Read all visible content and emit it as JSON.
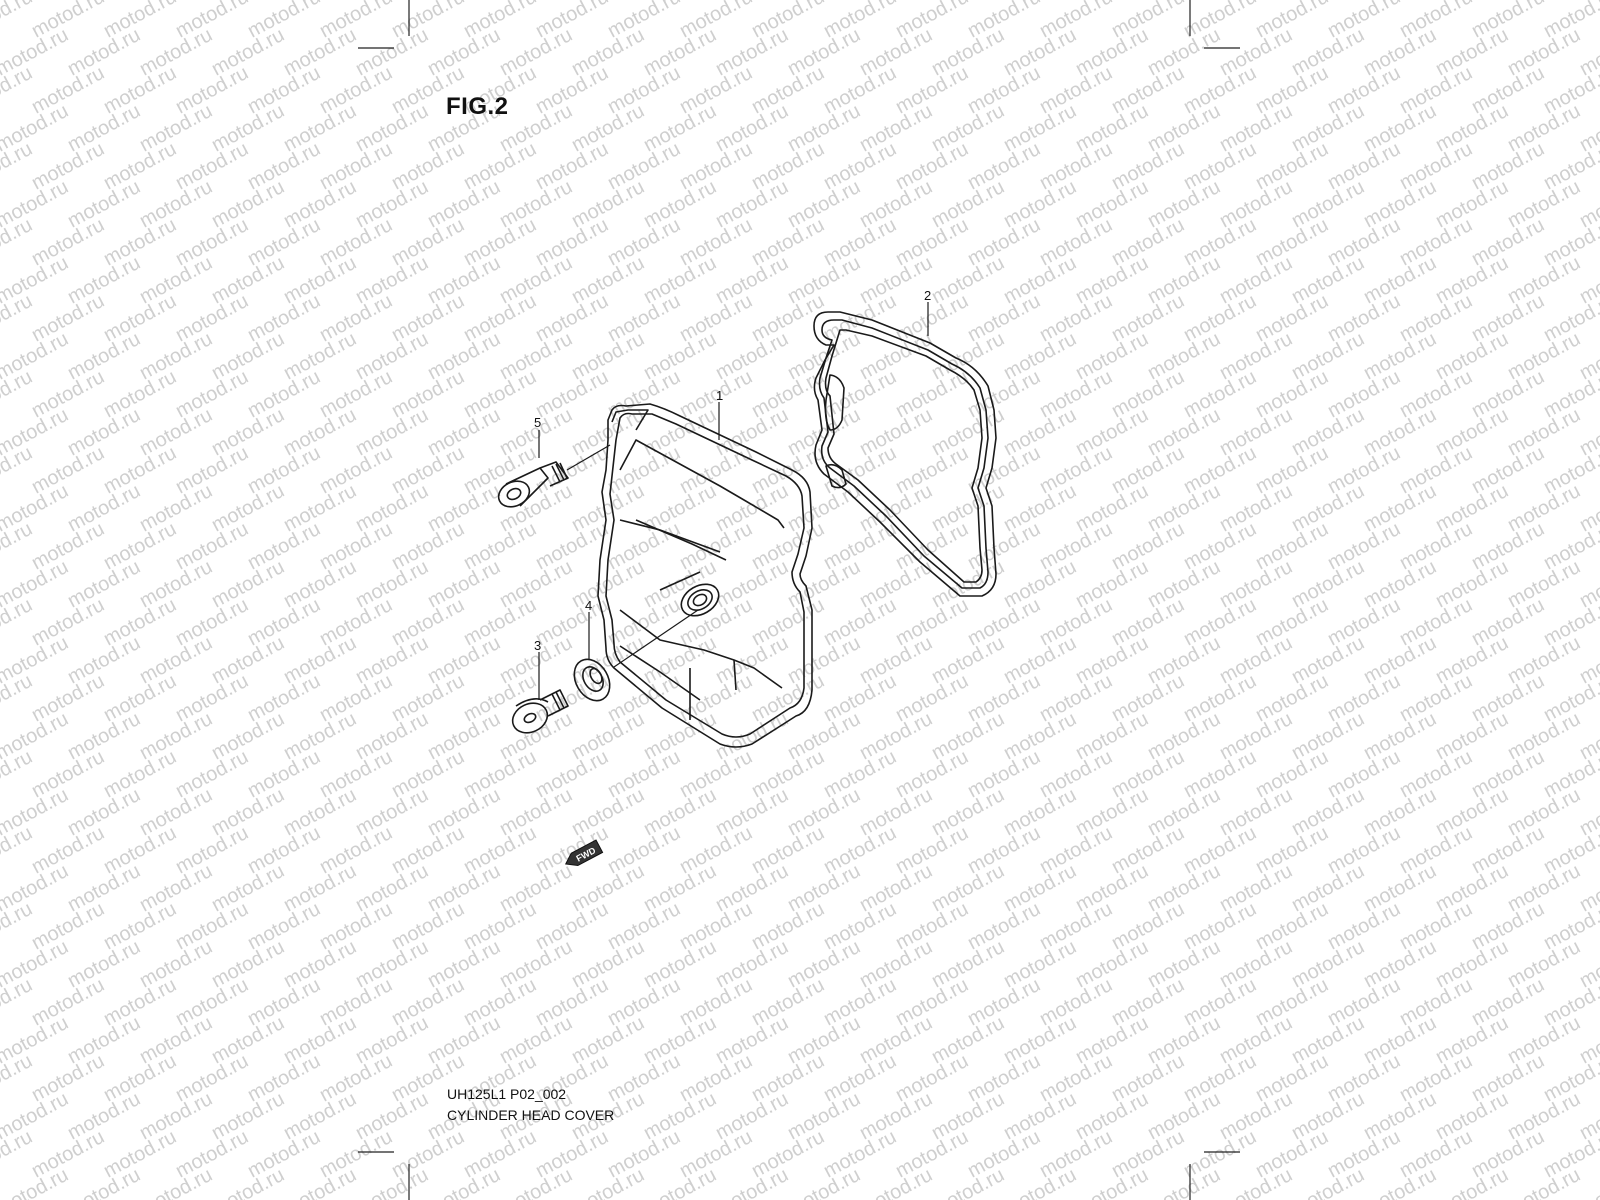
{
  "figure": {
    "title": "FIG.2"
  },
  "caption": {
    "code": "UH125L1 P02_002",
    "name": "CYLINDER HEAD COVER"
  },
  "watermark": {
    "text": "motod.ru",
    "color": "#cfcfcf"
  },
  "callouts": {
    "c1": "1",
    "c2": "2",
    "c3": "3",
    "c4": "4",
    "c5": "5"
  },
  "fwd_label": "FWD",
  "colors": {
    "line": "#1a1a1a"
  }
}
